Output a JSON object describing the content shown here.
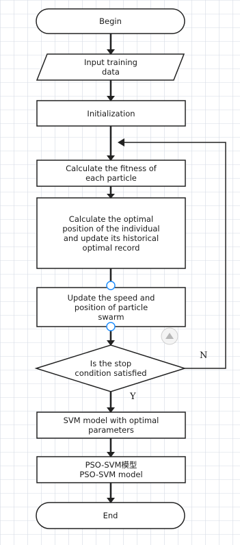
{
  "flowchart": {
    "begin": "Begin",
    "input": "Input training\ndata",
    "init": "Initialization",
    "fitness": "Calculate the fitness of\neach particle",
    "optimal": "Calculate the optimal\nposition of the individual\nand update its historical\noptimal record",
    "update": "Update the speed and\nposition of particle\nswarm",
    "decision": "Is the stop\ncondition satisfied",
    "svm": "SVM model with optimal\nparameters",
    "model": "PSO-SVM模型\nPSO-SVM model",
    "end": "End",
    "yes_label": "Y",
    "no_label": "N"
  },
  "colors": {
    "grid": "#d6dbe5",
    "stroke": "#222222",
    "handle": "#1f8fff"
  }
}
